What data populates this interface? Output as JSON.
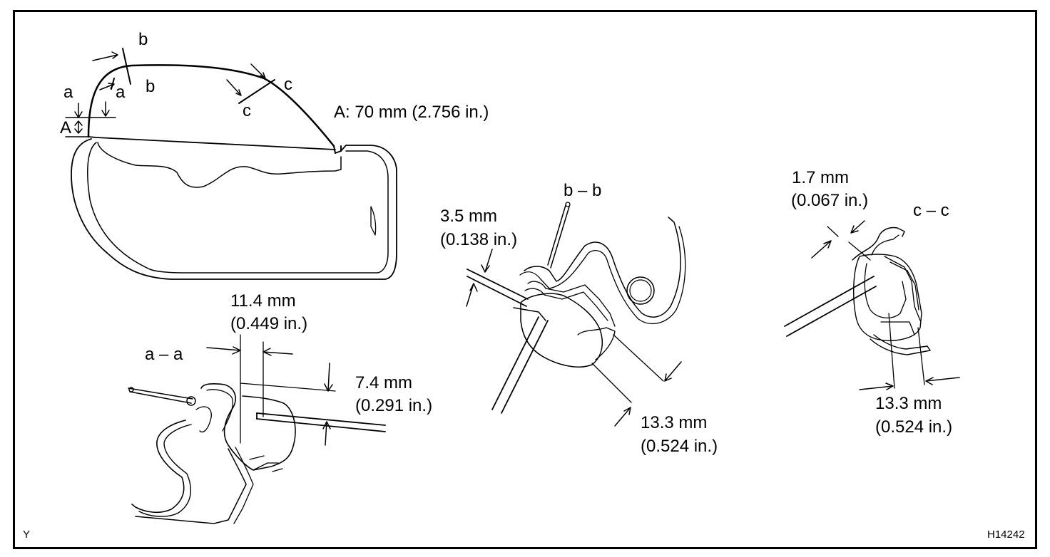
{
  "labels": {
    "b_top": "b",
    "b_mid": "b",
    "a_left": "a",
    "a_mid": "a",
    "c_upper": "c",
    "c_lower": "c",
    "A": "A",
    "A_value": "A: 70 mm (2.756 in.)",
    "aa_dim1_mm": "11.4 mm",
    "aa_dim1_in": "(0.449 in.)",
    "aa_section": "a – a",
    "aa_dim2_mm": "7.4 mm",
    "aa_dim2_in": "(0.291 in.)",
    "bb_section": "b – b",
    "bb_dim1_mm": "3.5 mm",
    "bb_dim1_in": "(0.138 in.)",
    "bb_dim2_mm": "13.3 mm",
    "bb_dim2_in": "(0.524 in.)",
    "cc_dim1_mm": "1.7 mm",
    "cc_dim1_in": "(0.067 in.)",
    "cc_section": "c – c",
    "cc_dim2_mm": "13.3 mm",
    "cc_dim2_in": "(0.524 in.)",
    "corner_y": "Y",
    "figure_id": "H14242"
  },
  "colors": {
    "line": "#000000",
    "background": "#ffffff"
  }
}
